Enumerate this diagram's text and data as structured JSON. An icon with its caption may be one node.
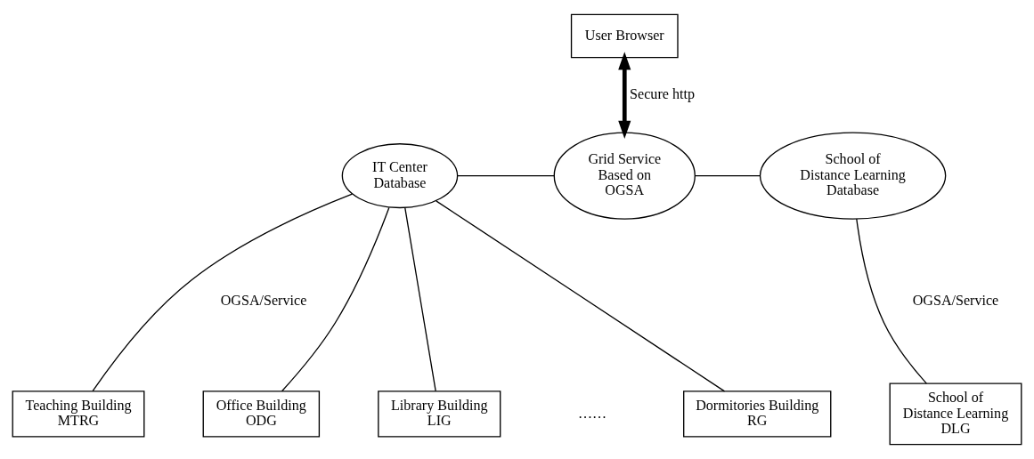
{
  "diagram": {
    "nodes": [
      {
        "text": [
          "User Browser"
        ]
      },
      {
        "text": [
          "IT Center Database"
        ]
      },
      {
        "text": [
          "Grid Service Based on OGSA"
        ]
      },
      {
        "text": [
          "School of Distance Learning Database"
        ]
      },
      {
        "text": [
          "Teaching Building MTRG"
        ]
      },
      {
        "text": [
          "Office Building ODG"
        ]
      },
      {
        "text": [
          "Library Building LIG"
        ]
      },
      {
        "text": [
          "Dormitories Building RG"
        ]
      },
      {
        "text": [
          "School of Distance Learning DLG"
        ]
      }
    ],
    "edges": [
      {
        "from": 0,
        "to": 2,
        "arrow": "both",
        "style": "thick",
        "label": "Secure http"
      },
      {
        "from": 1,
        "to": 2,
        "arrow": "none"
      },
      {
        "from": 2,
        "to": 3,
        "arrow": "none"
      },
      {
        "from": 1,
        "to": 4,
        "arrow": "none"
      },
      {
        "from": 1,
        "to": 5,
        "arrow": "none"
      },
      {
        "from": 1,
        "to": 6,
        "arrow": "none"
      },
      {
        "from": 1,
        "to": 7,
        "arrow": "none"
      },
      {
        "from": 3,
        "to": 8,
        "arrow": "none"
      }
    ],
    "labels": [
      "OGSA/Service",
      "OGSA/Service",
      "……"
    ]
  }
}
